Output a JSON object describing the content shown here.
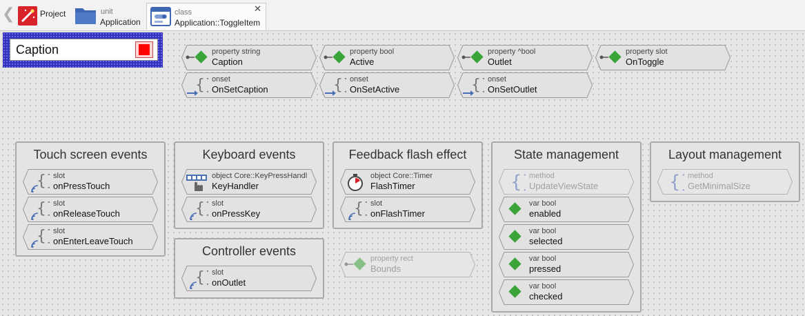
{
  "tabs": [
    {
      "title": "Project"
    },
    {
      "kind": "unit",
      "name": "Application"
    },
    {
      "kind": "class",
      "name": "Application::ToggleItem"
    }
  ],
  "caption_view": {
    "text": "Caption",
    "indicator_color": "#ff0000"
  },
  "colors": {
    "accent_blue": "#3333bb",
    "property_diamond": "#3aa43a",
    "slot_brace": "#4a6fb5"
  },
  "members": {
    "prop_caption": {
      "kind": "property string",
      "name": "Caption"
    },
    "prop_active": {
      "kind": "property bool",
      "name": "Active"
    },
    "prop_outlet": {
      "kind": "property ^bool",
      "name": "Outlet"
    },
    "prop_ontoggle": {
      "kind": "property slot",
      "name": "OnToggle"
    },
    "onset_caption": {
      "kind": "onset",
      "name": "OnSetCaption"
    },
    "onset_active": {
      "kind": "onset",
      "name": "OnSetActive"
    },
    "onset_outlet": {
      "kind": "onset",
      "name": "OnSetOutlet"
    },
    "prop_bounds": {
      "kind": "property rect",
      "name": "Bounds"
    }
  },
  "groups": {
    "touch": {
      "title": "Touch screen events",
      "items": [
        {
          "kind": "slot",
          "name": "onPressTouch"
        },
        {
          "kind": "slot",
          "name": "onReleaseTouch"
        },
        {
          "kind": "slot",
          "name": "onEnterLeaveTouch"
        }
      ]
    },
    "keyboard": {
      "title": "Keyboard events",
      "items": [
        {
          "kind": "object Core::KeyPressHandl",
          "name": "KeyHandler"
        },
        {
          "kind": "slot",
          "name": "onPressKey"
        }
      ]
    },
    "controller": {
      "title": "Controller events",
      "items": [
        {
          "kind": "slot",
          "name": "onOutlet"
        }
      ]
    },
    "feedback": {
      "title": "Feedback flash effect",
      "items": [
        {
          "kind": "object Core::Timer",
          "name": "FlashTimer"
        },
        {
          "kind": "slot",
          "name": "onFlashTimer"
        }
      ]
    },
    "state": {
      "title": "State management",
      "items": [
        {
          "kind": "method",
          "name": "UpdateViewState"
        },
        {
          "kind": "var bool",
          "name": "enabled"
        },
        {
          "kind": "var bool",
          "name": "selected"
        },
        {
          "kind": "var bool",
          "name": "pressed"
        },
        {
          "kind": "var bool",
          "name": "checked"
        }
      ]
    },
    "layout": {
      "title": "Layout management",
      "items": [
        {
          "kind": "method",
          "name": "GetMinimalSize"
        }
      ]
    }
  }
}
